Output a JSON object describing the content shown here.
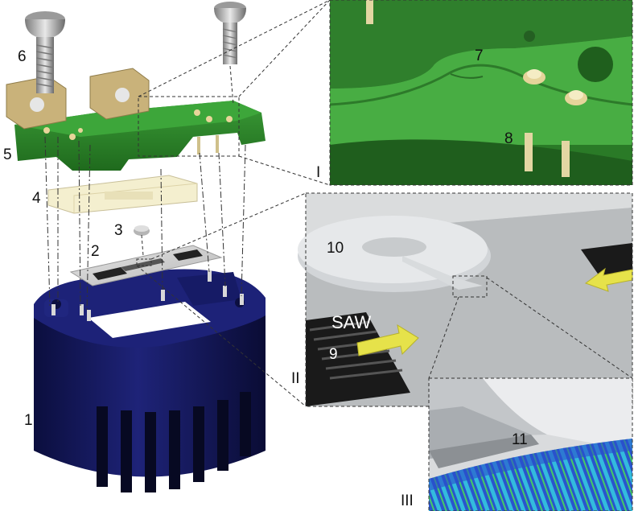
{
  "labels": {
    "n1": "1",
    "n2": "2",
    "n3": "3",
    "n4": "4",
    "n5": "5",
    "n6": "6",
    "n7": "7",
    "n8": "8",
    "n9": "9",
    "n10": "10",
    "n11": "11",
    "saw": "SAW",
    "inset_I": "I",
    "inset_II": "II",
    "inset_III": "III"
  },
  "colors": {
    "housing": "#13175e",
    "pcb": "#2f8a2c",
    "brass": "#c9b27a",
    "spacer": "#f4efcf",
    "chip": "#d6d6d6",
    "arrow": "#e6e24a"
  }
}
